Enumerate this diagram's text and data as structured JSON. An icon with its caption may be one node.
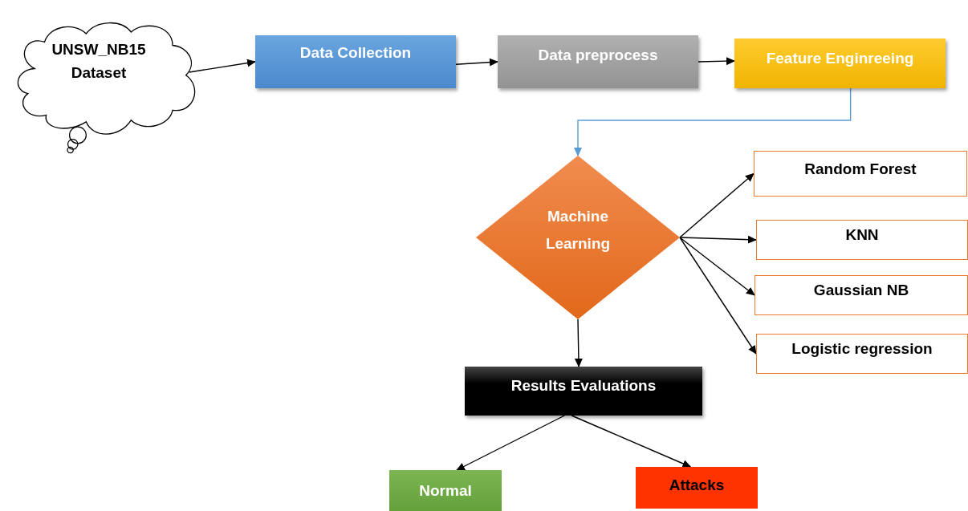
{
  "diagram": {
    "nodes": [
      {
        "text": [
          "UNSW_NB15 Dataset"
        ]
      },
      {
        "text": [
          "Data Collection"
        ]
      },
      {
        "text": [
          "Data preprocess"
        ]
      },
      {
        "text": [
          "Feature Enginreeing"
        ]
      },
      {
        "text": [
          "Machine Learning"
        ]
      },
      {
        "text": [
          "Random Forest"
        ]
      },
      {
        "text": [
          "KNN"
        ]
      },
      {
        "text": [
          "Gaussian NB"
        ]
      },
      {
        "text": [
          "Logistic regression"
        ]
      },
      {
        "text": [
          "Results Evaluations"
        ]
      },
      {
        "text": [
          "Normal"
        ]
      },
      {
        "text": [
          "Attacks"
        ]
      }
    ],
    "edges": [
      {
        "from": 0,
        "to": 1,
        "arrow": "to"
      },
      {
        "from": 1,
        "to": 2,
        "arrow": "to"
      },
      {
        "from": 2,
        "to": 3,
        "arrow": "to"
      },
      {
        "from": 3,
        "to": 4,
        "arrow": "to",
        "color": "#5b9bd5"
      },
      {
        "from": 4,
        "to": 5,
        "arrow": "to"
      },
      {
        "from": 4,
        "to": 6,
        "arrow": "to"
      },
      {
        "from": 4,
        "to": 7,
        "arrow": "to"
      },
      {
        "from": 4,
        "to": 8,
        "arrow": "to"
      },
      {
        "from": 4,
        "to": 9,
        "arrow": "to"
      },
      {
        "from": 9,
        "to": 10,
        "arrow": "to"
      },
      {
        "from": 9,
        "to": 11,
        "arrow": "to"
      }
    ]
  }
}
